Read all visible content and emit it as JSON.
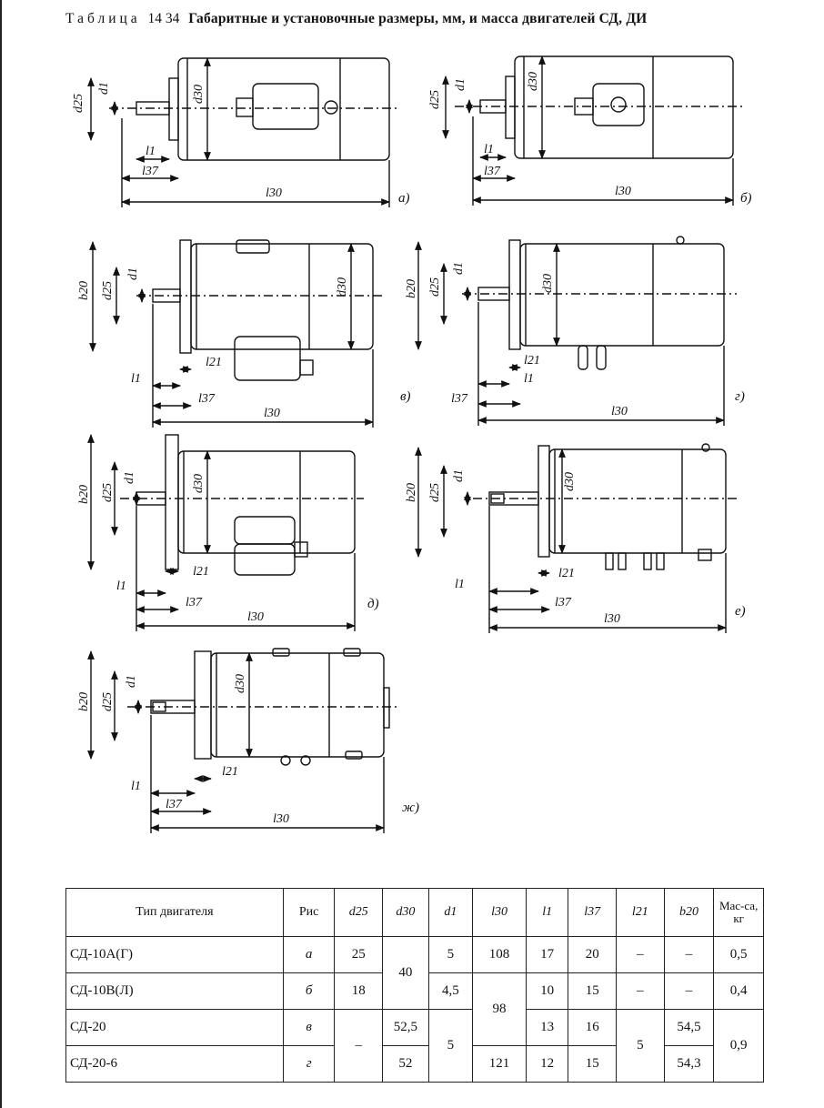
{
  "caption": {
    "prefix": "Таблица",
    "number": "14 34",
    "title": "Габаритные и установочные размеры, мм, и масса двигателей СД, ДИ"
  },
  "figures": [
    {
      "tag": "а)"
    },
    {
      "tag": "б)"
    },
    {
      "tag": "в)"
    },
    {
      "tag": "г)"
    },
    {
      "tag": "д)"
    },
    {
      "tag": "е)"
    },
    {
      "tag": "ж)"
    }
  ],
  "dim_labels": {
    "d25": "d25",
    "d1": "d1",
    "d30": "d30",
    "l1": "l1",
    "l37": "l37",
    "l30": "l30",
    "l21": "l21",
    "b20": "b20"
  },
  "table": {
    "headers": [
      "Тип двигателя",
      "Рис",
      "d25",
      "d30",
      "d1",
      "l30",
      "l1",
      "l37",
      "l21",
      "b20",
      "Мас-са, кг"
    ],
    "rows": [
      {
        "type": "СД-10А(Г)",
        "fig": "а",
        "d25": "25",
        "d30": "40",
        "d1": "5",
        "l30": "108",
        "l1": "17",
        "l37": "20",
        "l21": "–",
        "b20": "–",
        "mass": "0,5"
      },
      {
        "type": "СД-10В(Л)",
        "fig": "б",
        "d25": "18",
        "d30": "",
        "d1": "4,5",
        "l30": "98",
        "l1": "10",
        "l37": "15",
        "l21": "–",
        "b20": "–",
        "mass": "0,4"
      },
      {
        "type": "СД-20",
        "fig": "в",
        "d25": "–",
        "d30": "52,5",
        "d1": "5",
        "l30": "",
        "l1": "13",
        "l37": "16",
        "l21": "5",
        "b20": "54,5",
        "mass": "0,9"
      },
      {
        "type": "СД-20-6",
        "fig": "г",
        "d25": "",
        "d30": "52",
        "d1": "",
        "l30": "121",
        "l1": "12",
        "l37": "15",
        "l21": "",
        "b20": "54,3",
        "mass": ""
      }
    ]
  }
}
